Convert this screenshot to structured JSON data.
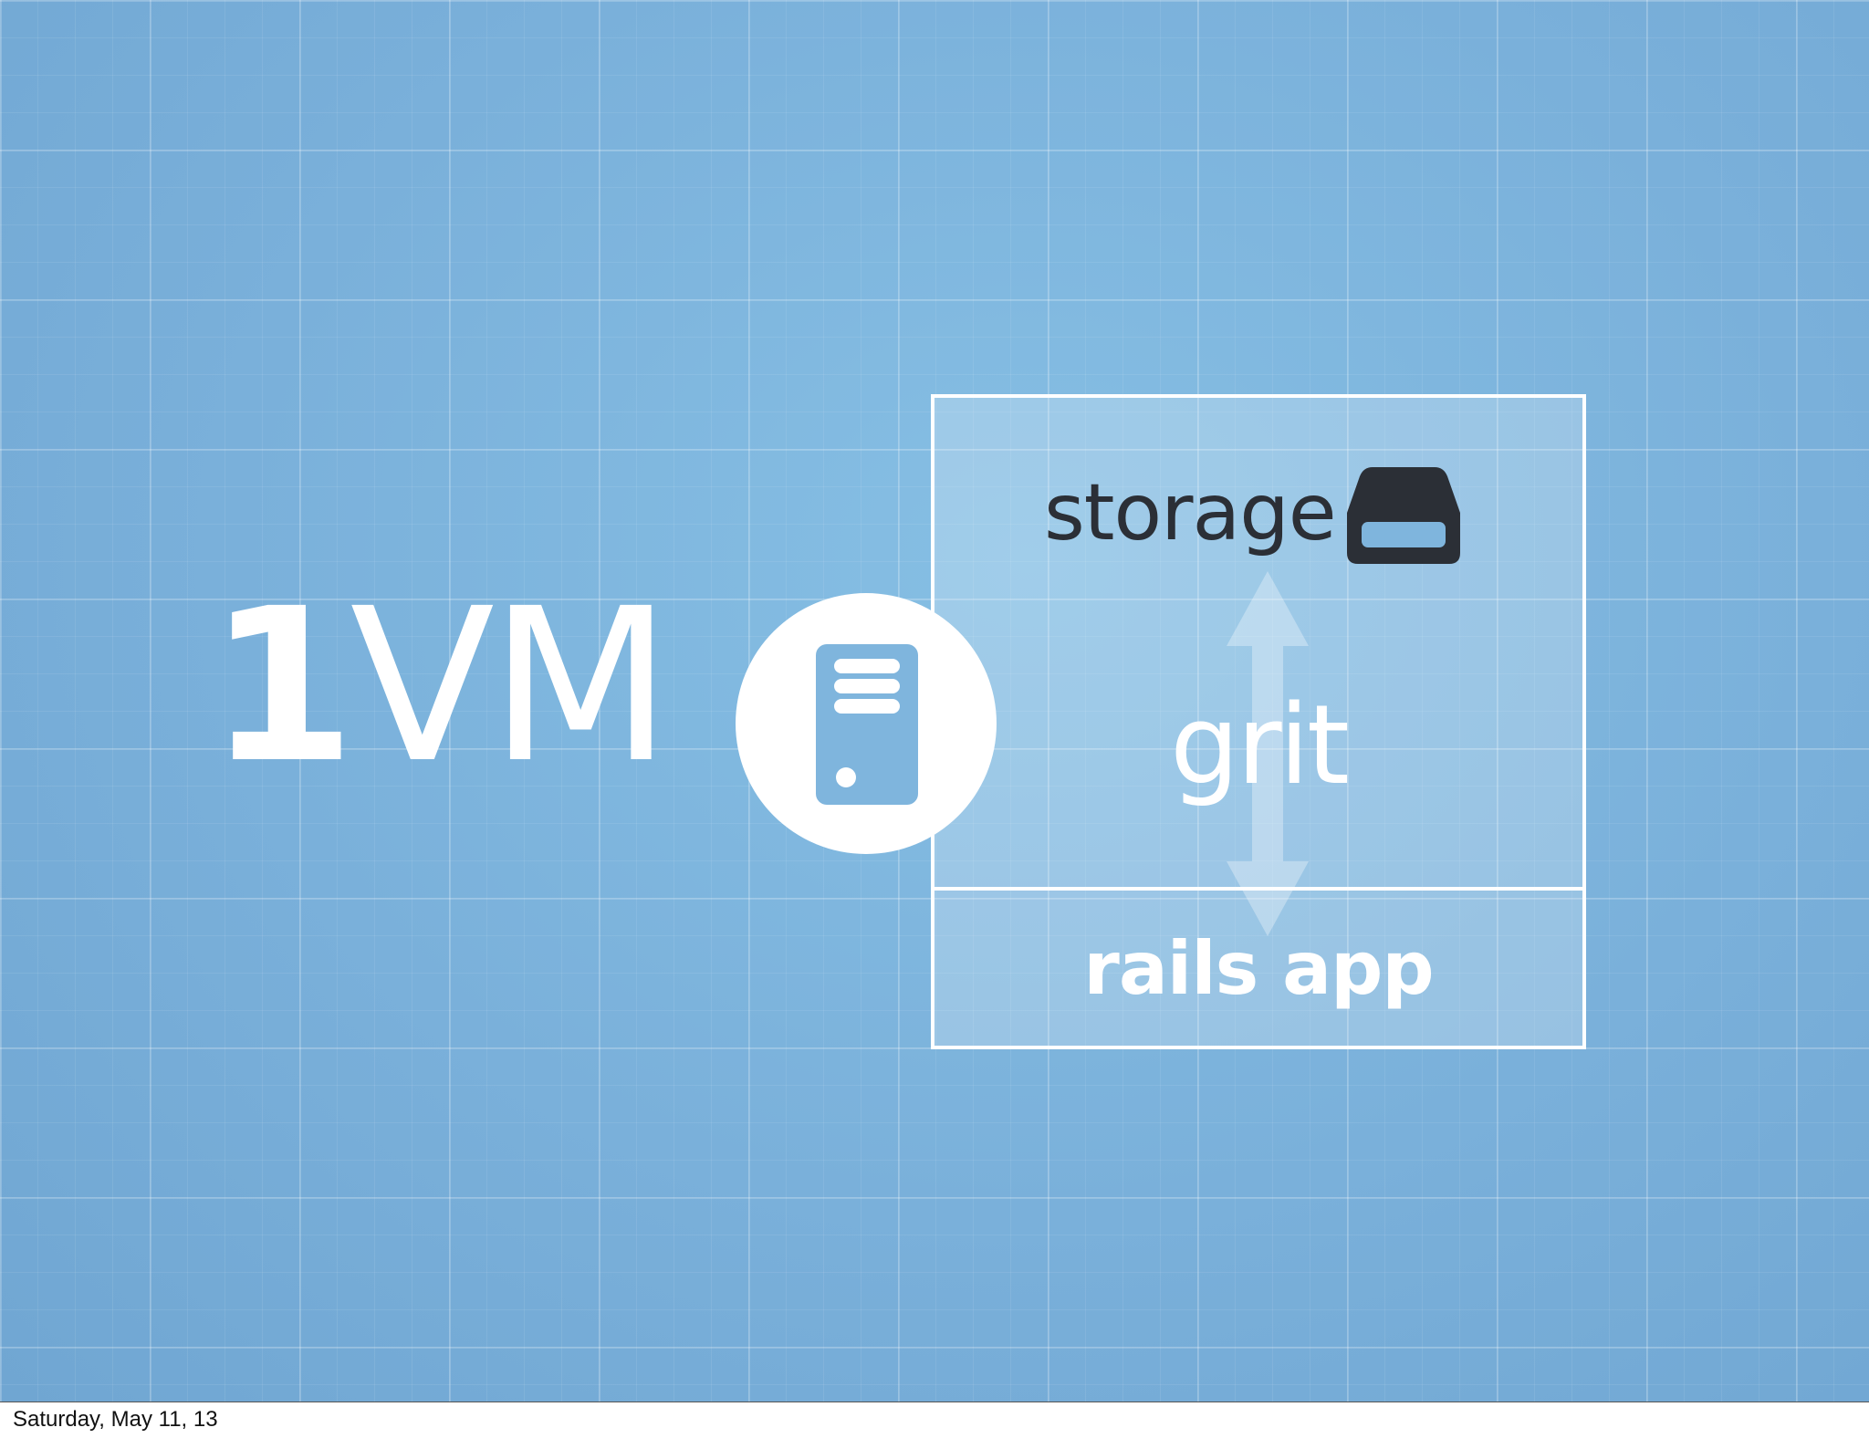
{
  "slide": {
    "headline_number": "1",
    "headline_text": "VM",
    "icons": [
      "server-icon",
      "drive-icon",
      "double-arrow-icon"
    ],
    "colors": {
      "background": "#7fb5dd",
      "foreground": "#ffffff",
      "dark_text": "#2b2f36",
      "icon_fill": "#7fb5dd"
    }
  },
  "vm_box": {
    "storage_label": "storage",
    "grit_label": "grit",
    "app_label": "rails app"
  },
  "footer": {
    "date": "Saturday, May 11, 13"
  }
}
